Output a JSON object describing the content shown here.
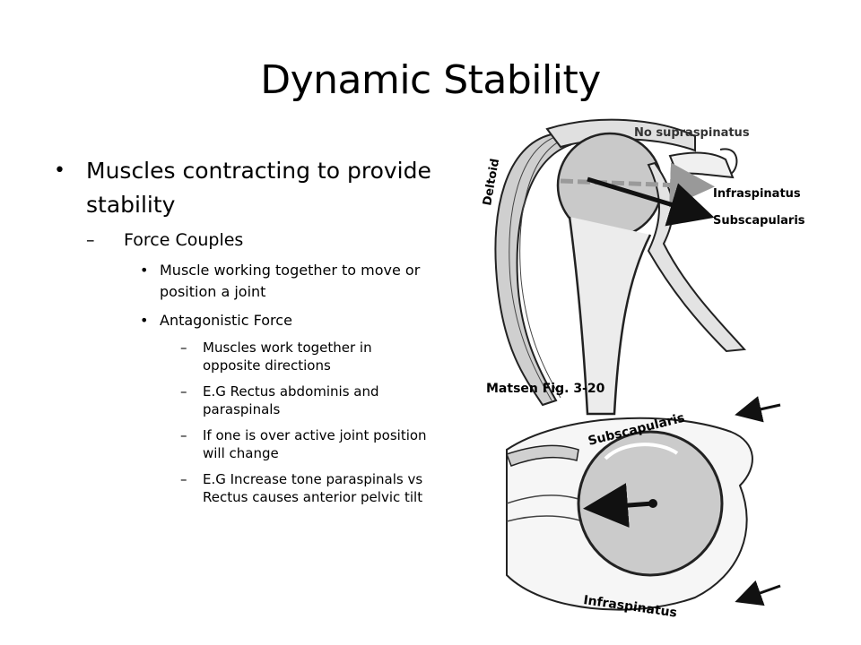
{
  "slide": {
    "title": "Dynamic Stability"
  },
  "bullets": {
    "l1": "Muscles contracting to provide stability",
    "force_couples": "Force Couples",
    "muscle_working": "Muscle working together to move or position a joint",
    "antagonistic": "Antagonistic Force",
    "sub": [
      "Muscles work together in opposite directions",
      "E.G Rectus abdominis and paraspinals",
      "If one is over active joint position will change",
      "E.G Increase tone paraspinals vs Rectus causes anterior pelvic tilt"
    ]
  },
  "figure": {
    "top_labels": {
      "deltoid": "Deltoid",
      "no_supraspinatus": "No supraspinatus",
      "infraspinatus": "Infraspinatus",
      "subscapularis": "Subscapularis"
    },
    "caption": "Matsen Fig. 3-20",
    "bottom_labels": {
      "subscapularis": "Subscapularis",
      "infraspinatus": "Infraspinatus"
    }
  }
}
